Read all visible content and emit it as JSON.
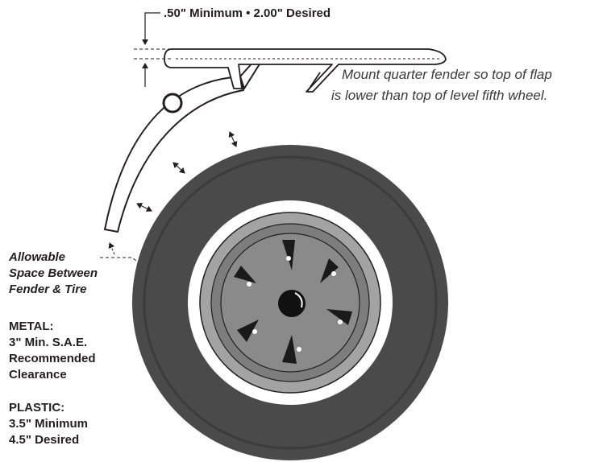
{
  "gap_label": ".50\" Minimum • 2.00\" Desired",
  "mount_note": {
    "line1": "Mount quarter fender so top of flap",
    "line2": "is lower than top of level fifth wheel."
  },
  "allowable_space": {
    "line1": "Allowable",
    "line2": "Space Between",
    "line3": "Fender & Tire"
  },
  "metal": {
    "heading": "METAL:",
    "line1": "3\" Min. S.A.E.",
    "line2": "Recommended",
    "line3": "Clearance"
  },
  "plastic": {
    "heading": "PLASTIC:",
    "line1": "3.5\" Minimum",
    "line2": "4.5\" Desired"
  },
  "colors": {
    "ink": "#231f20",
    "tire": "#4a4a4a",
    "rim_outer": "#999999",
    "rim_mid": "#7a7a7a",
    "hub": "#8a8a8a"
  }
}
